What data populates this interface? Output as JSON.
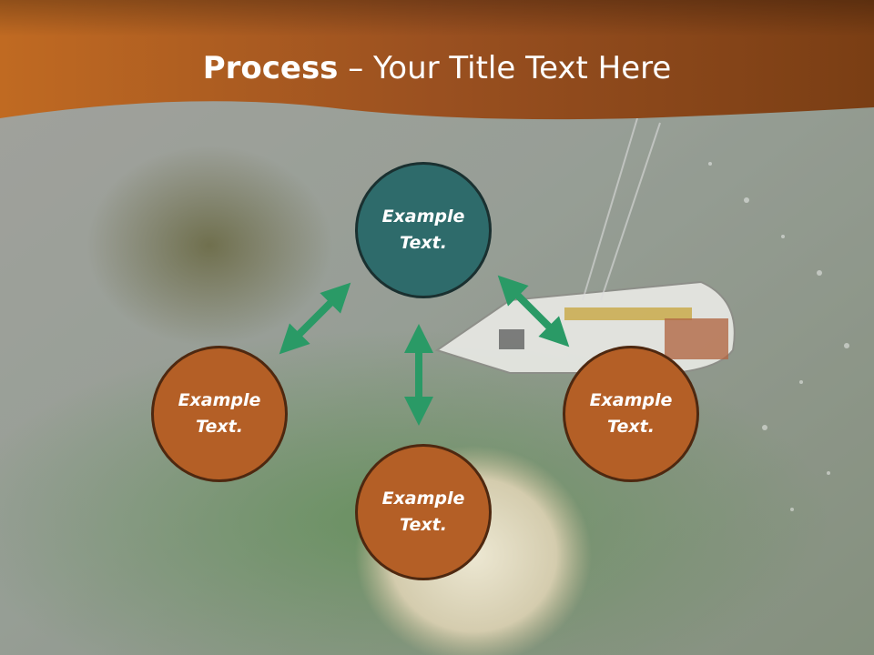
{
  "slide": {
    "title_bold": "Process",
    "title_rest": " – Your Title Text Here",
    "colors": {
      "header": "#b45f20",
      "teal_circle": "#2e6b6b",
      "orange_circle": "#b45f26",
      "arrow": "#2a9a66"
    },
    "nodes": [
      {
        "id": "top",
        "line1": "Example",
        "line2": "Text."
      },
      {
        "id": "left",
        "line1": "Example",
        "line2": "Text."
      },
      {
        "id": "right",
        "line1": "Example",
        "line2": "Text."
      },
      {
        "id": "bottom",
        "line1": "Example",
        "line2": "Text."
      }
    ],
    "arrow_icon": "double-headed-arrow-icon"
  }
}
